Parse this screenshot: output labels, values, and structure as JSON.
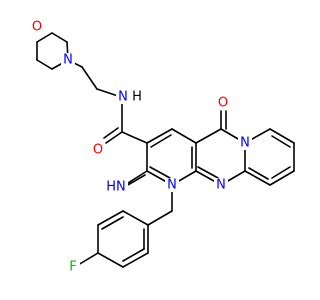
{
  "structure": {
    "labels": {
      "morpholine_o": "O",
      "morpholine_n": "N",
      "amide_n": "N",
      "amide_h": "H",
      "amide_o": "O",
      "ring_o": "O",
      "imine": "HN",
      "ring_n_top": "N",
      "ring_n_bottom": "N",
      "ring_n_right": "N",
      "fluorine": "F"
    },
    "colors": {
      "bond": "#000000",
      "oxygen": "#ff0000",
      "nitrogen": "#0000ff",
      "fluorine": "#00c000",
      "carbon": "#000000"
    }
  }
}
